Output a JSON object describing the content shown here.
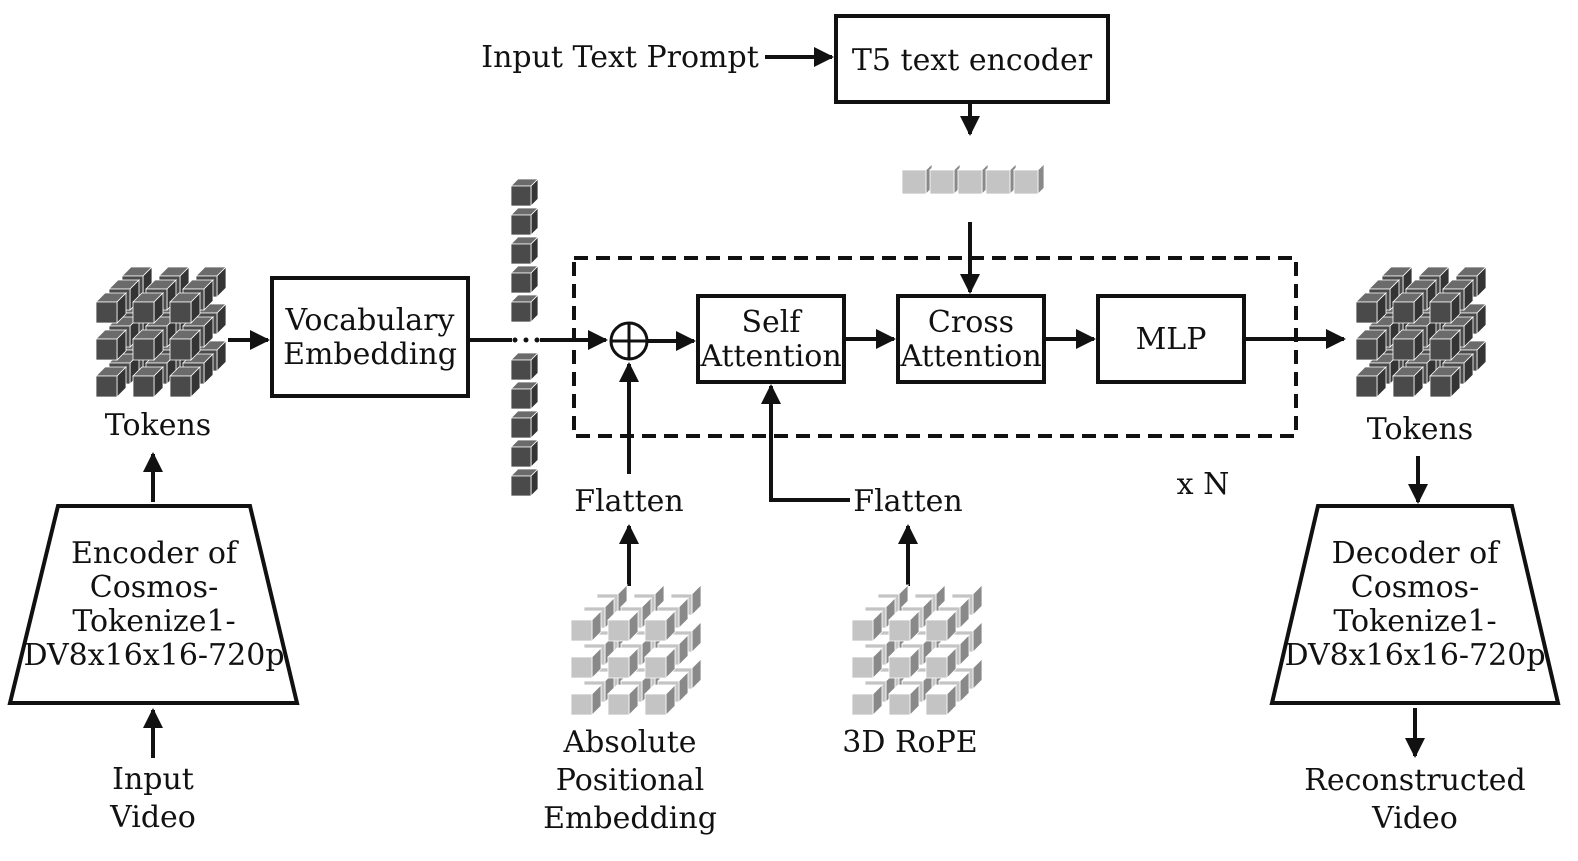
{
  "text_encoder": {
    "input_label": "Input Text Prompt",
    "box_label": "T5 text encoder"
  },
  "vocab_embedding": {
    "line1": "Vocabulary",
    "line2": "Embedding"
  },
  "self_attention": {
    "line1": "Self",
    "line2": "Attention"
  },
  "cross_attention": {
    "line1": "Cross",
    "line2": "Attention"
  },
  "mlp": {
    "label": "MLP"
  },
  "repeat_label": "x N",
  "input_tokens_label": "Tokens",
  "output_tokens_label": "Tokens",
  "encoder": {
    "lines": [
      "Encoder of",
      "Cosmos-",
      "Tokenize1-",
      "DV8x16x16-720p"
    ]
  },
  "decoder": {
    "lines": [
      "Decoder of",
      "Cosmos-",
      "Tokenize1-",
      "DV8x16x16-720p"
    ]
  },
  "input_video": {
    "line1": "Input",
    "line2": "Video"
  },
  "reconstructed_video": {
    "line1": "Reconstructed",
    "line2": "Video"
  },
  "flatten_left": "Flatten",
  "flatten_right": "Flatten",
  "abs_pos_embedding": {
    "lines": [
      "Absolute",
      "Positional",
      "Embedding"
    ]
  },
  "rope_label": "3D RoPE",
  "colors": {
    "dark_cube": "#4a4a4a",
    "light_cube": "#c4c4c4",
    "line": "#111111"
  },
  "icons": {
    "add": "circle-plus-icon",
    "ellipsis": "vertical-ellipsis-icon"
  }
}
